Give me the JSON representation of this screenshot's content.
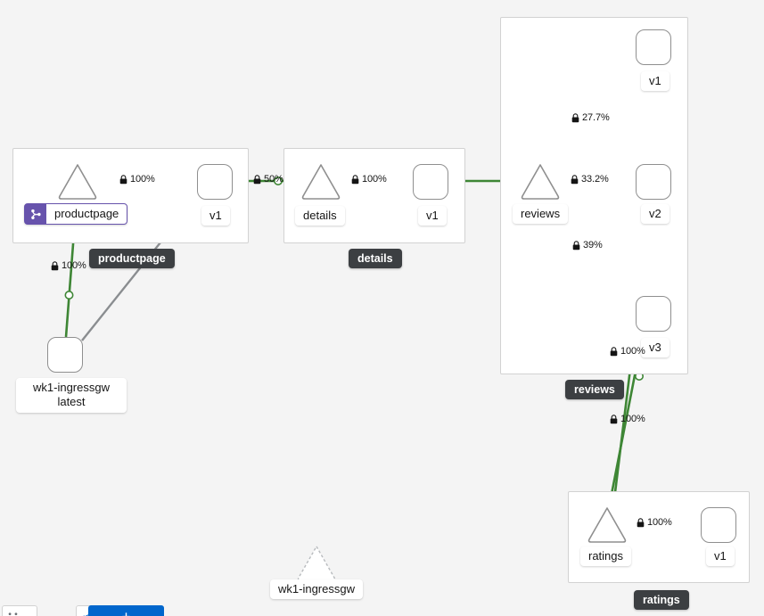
{
  "canvas": {
    "background_color": "#f4f4f4",
    "edge_color": "#3e8635",
    "edge_color_idle": "#8a8d90",
    "badge_color": "#6753ac",
    "group_label_bg": "#3c3f42"
  },
  "groups": [
    {
      "id": "productpage",
      "label": "productpage"
    },
    {
      "id": "details",
      "label": "details"
    },
    {
      "id": "reviews",
      "label": "reviews"
    },
    {
      "id": "ratings",
      "label": "ratings"
    }
  ],
  "nodes": {
    "ingressgw": {
      "label_line1": "wk1-ingressgw",
      "label_line2": "latest",
      "type": "workload"
    },
    "productpage_svc": {
      "label": "productpage",
      "type": "service",
      "badge": "virtual-service"
    },
    "productpage_v1": {
      "label": "v1",
      "type": "workload"
    },
    "details_svc": {
      "label": "details",
      "type": "service"
    },
    "details_v1": {
      "label": "v1",
      "type": "workload"
    },
    "reviews_svc": {
      "label": "reviews",
      "type": "service"
    },
    "reviews_v1": {
      "label": "v1",
      "type": "workload"
    },
    "reviews_v2": {
      "label": "v2",
      "type": "workload"
    },
    "reviews_v3": {
      "label": "v3",
      "type": "workload"
    },
    "ratings_svc": {
      "label": "ratings",
      "type": "service"
    },
    "ratings_v1": {
      "label": "v1",
      "type": "workload"
    },
    "ingressgw_ghost": {
      "label": "wk1-ingressgw",
      "type": "service-placeholder"
    }
  },
  "edges": [
    {
      "id": "e_ingress_productpage",
      "source": "ingressgw",
      "target": "productpage_svc",
      "rate": "100%",
      "secure": true,
      "status": "active"
    },
    {
      "id": "e_ingress_productpagev1",
      "source": "ingressgw",
      "target": "productpage_v1",
      "rate": "",
      "secure": false,
      "status": "idle"
    },
    {
      "id": "e_productpage_v1",
      "source": "productpage_svc",
      "target": "productpage_v1",
      "rate": "100%",
      "secure": true,
      "status": "active"
    },
    {
      "id": "e_productpage_details",
      "source": "productpage_v1",
      "target": "details_svc",
      "rate": "50%",
      "secure": true,
      "status": "active"
    },
    {
      "id": "e_details_v1",
      "source": "details_svc",
      "target": "details_v1",
      "rate": "100%",
      "secure": true,
      "status": "active"
    },
    {
      "id": "e_details_reviews",
      "source": "details_v1",
      "target": "reviews_svc",
      "rate": "",
      "secure": false,
      "status": "active"
    },
    {
      "id": "e_reviews_v1",
      "source": "reviews_svc",
      "target": "reviews_v1",
      "rate": "27.7%",
      "secure": true,
      "status": "active"
    },
    {
      "id": "e_reviews_v2",
      "source": "reviews_svc",
      "target": "reviews_v2",
      "rate": "33.2%",
      "secure": true,
      "status": "active"
    },
    {
      "id": "e_reviews_v3",
      "source": "reviews_svc",
      "target": "reviews_v3",
      "rate": "39%",
      "secure": true,
      "status": "active"
    },
    {
      "id": "e_v3_ratings",
      "source": "reviews_v3",
      "target": "ratings_svc",
      "rate": "100%",
      "secure": true,
      "status": "active"
    },
    {
      "id": "e_v2_ratings",
      "source": "reviews_v2",
      "target": "ratings_svc",
      "rate": "100%",
      "secure": true,
      "status": "active"
    },
    {
      "id": "e_ratings_v1",
      "source": "ratings_svc",
      "target": "ratings_v1",
      "rate": "100%",
      "secure": true,
      "status": "active"
    }
  ],
  "edge_labels": {
    "productpage_in": "100%",
    "productpage_v1": "100%",
    "details_in": "50%",
    "details_v1": "100%",
    "reviews_v1": "27.7%",
    "reviews_v2": "33.2%",
    "reviews_v3": "39%",
    "v3_ratings": "100%",
    "v2_ratings": "100%",
    "ratings_v1": "100%"
  }
}
